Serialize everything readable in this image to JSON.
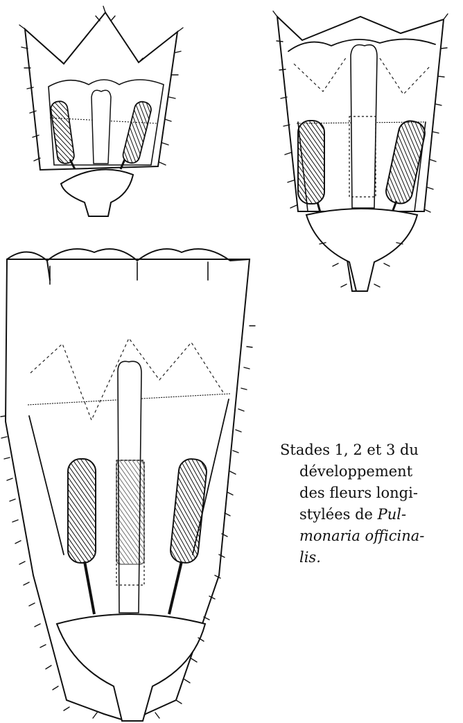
{
  "caption": {
    "line1": "Stades 1, 2 et 3 du",
    "line2": "développement",
    "line3": "des fleurs longi-",
    "line4_a": "stylées de ",
    "line4_b": "Pul-",
    "line5": "monaria officina-",
    "line6": "lis."
  },
  "colors": {
    "ink": "#111111",
    "background": "#ffffff"
  },
  "figures": [
    {
      "id": "stage-1",
      "depicts": "flower section, stage 1"
    },
    {
      "id": "stage-2",
      "depicts": "flower section, stage 2"
    },
    {
      "id": "stage-3",
      "depicts": "flower section, stage 3"
    }
  ]
}
